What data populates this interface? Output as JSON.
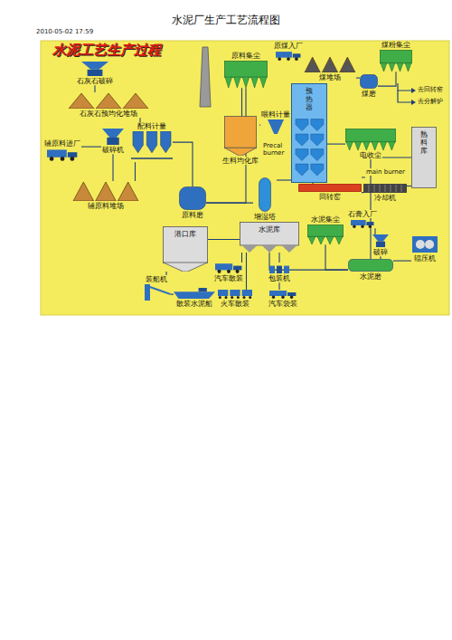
{
  "diagram": {
    "title": "水泥厂生产工艺流程图",
    "nodes": [
      {
        "text": [
          "石灰石破碎"
        ]
      },
      {
        "text": [
          "石灰石预均化堆场"
        ]
      },
      {
        "text": [
          "辅原料进厂"
        ]
      },
      {
        "text": [
          "破碎机"
        ]
      },
      {
        "text": [
          "辅原料堆场"
        ]
      },
      {
        "text": [
          "配料计量"
        ]
      },
      {
        "text": [
          "原料磨"
        ]
      },
      {
        "text": [
          "原料集尘"
        ]
      },
      {
        "text": [
          "生料均化库"
        ]
      },
      {
        "text": [
          "喂料计量"
        ]
      },
      {
        "text": [
          "增湿塔"
        ]
      },
      {
        "text": [
          "原煤入厂"
        ]
      },
      {
        "text": [
          "煤堆场"
        ]
      },
      {
        "text": [
          "煤粉集尘"
        ]
      },
      {
        "text": [
          "煤磨"
        ]
      },
      {
        "text": [
          "预热器"
        ]
      },
      {
        "text": [
          "电收尘"
        ]
      },
      {
        "text": [
          "回转窑"
        ]
      },
      {
        "text": [
          "冷却机"
        ]
      },
      {
        "text": [
          "熟料库"
        ]
      },
      {
        "text": [
          "石膏入厂"
        ]
      },
      {
        "text": [
          "水泥集尘"
        ]
      },
      {
        "text": [
          "破碎"
        ]
      },
      {
        "text": [
          "水泥磨"
        ]
      },
      {
        "text": [
          "辊压机"
        ]
      },
      {
        "text": [
          "港口库"
        ]
      },
      {
        "text": [
          "水泥库"
        ]
      },
      {
        "text": [
          "装船机"
        ]
      },
      {
        "text": [
          "散装水泥船"
        ]
      },
      {
        "text": [
          "汽车散装"
        ]
      },
      {
        "text": [
          "包装机"
        ]
      },
      {
        "text": [
          "火车散装"
        ]
      },
      {
        "text": [
          "汽车袋装"
        ]
      }
    ],
    "edges": [
      {
        "from": 0,
        "to": 1,
        "arrow": "none"
      },
      {
        "from": 1,
        "to": 5,
        "arrow": "none"
      },
      {
        "from": 2,
        "to": 3,
        "arrow": "none"
      },
      {
        "from": 3,
        "to": 4,
        "arrow": "none"
      },
      {
        "from": 4,
        "to": 5,
        "arrow": "none"
      },
      {
        "from": 5,
        "to": 6,
        "arrow": "none"
      },
      {
        "from": 6,
        "to": 7,
        "arrow": "none"
      },
      {
        "from": 7,
        "to": 8,
        "arrow": "none"
      },
      {
        "from": 8,
        "to": 9,
        "arrow": "none"
      },
      {
        "from": 9,
        "to": 15,
        "arrow": "none"
      },
      {
        "from": 15,
        "to": 10,
        "arrow": "none"
      },
      {
        "from": 10,
        "to": 6,
        "arrow": "none"
      },
      {
        "from": 11,
        "to": 12,
        "arrow": "none"
      },
      {
        "from": 12,
        "to": 14,
        "arrow": "none"
      },
      {
        "from": 14,
        "to": 13,
        "arrow": "none"
      },
      {
        "from": 15,
        "to": 16,
        "arrow": "none"
      },
      {
        "from": 15,
        "to": 17,
        "arrow": "none"
      },
      {
        "from": 17,
        "to": 18,
        "arrow": "none"
      },
      {
        "from": 18,
        "to": 19,
        "arrow": "none"
      },
      {
        "from": 19,
        "to": 23,
        "arrow": "none"
      },
      {
        "from": 20,
        "to": 22,
        "arrow": "none"
      },
      {
        "from": 22,
        "to": 23,
        "arrow": "none"
      },
      {
        "from": 23,
        "to": 21,
        "arrow": "none"
      },
      {
        "from": 24,
        "to": 23,
        "arrow": "none"
      },
      {
        "from": 23,
        "to": 26,
        "arrow": "none"
      },
      {
        "from": 26,
        "to": 25,
        "arrow": "none"
      },
      {
        "from": 25,
        "to": 27,
        "arrow": "none"
      },
      {
        "from": 27,
        "to": 28,
        "arrow": "none"
      },
      {
        "from": 26,
        "to": 29,
        "arrow": "none"
      },
      {
        "from": 26,
        "to": 30,
        "arrow": "none"
      },
      {
        "from": 26,
        "to": 31,
        "arrow": "none"
      },
      {
        "from": 30,
        "to": 32,
        "arrow": "none"
      }
    ],
    "labels": [
      "2010-05-02 17:59",
      "水泥工艺生产过程",
      "Precal burner",
      "main burner",
      "去回转窑",
      "去分解炉"
    ]
  }
}
